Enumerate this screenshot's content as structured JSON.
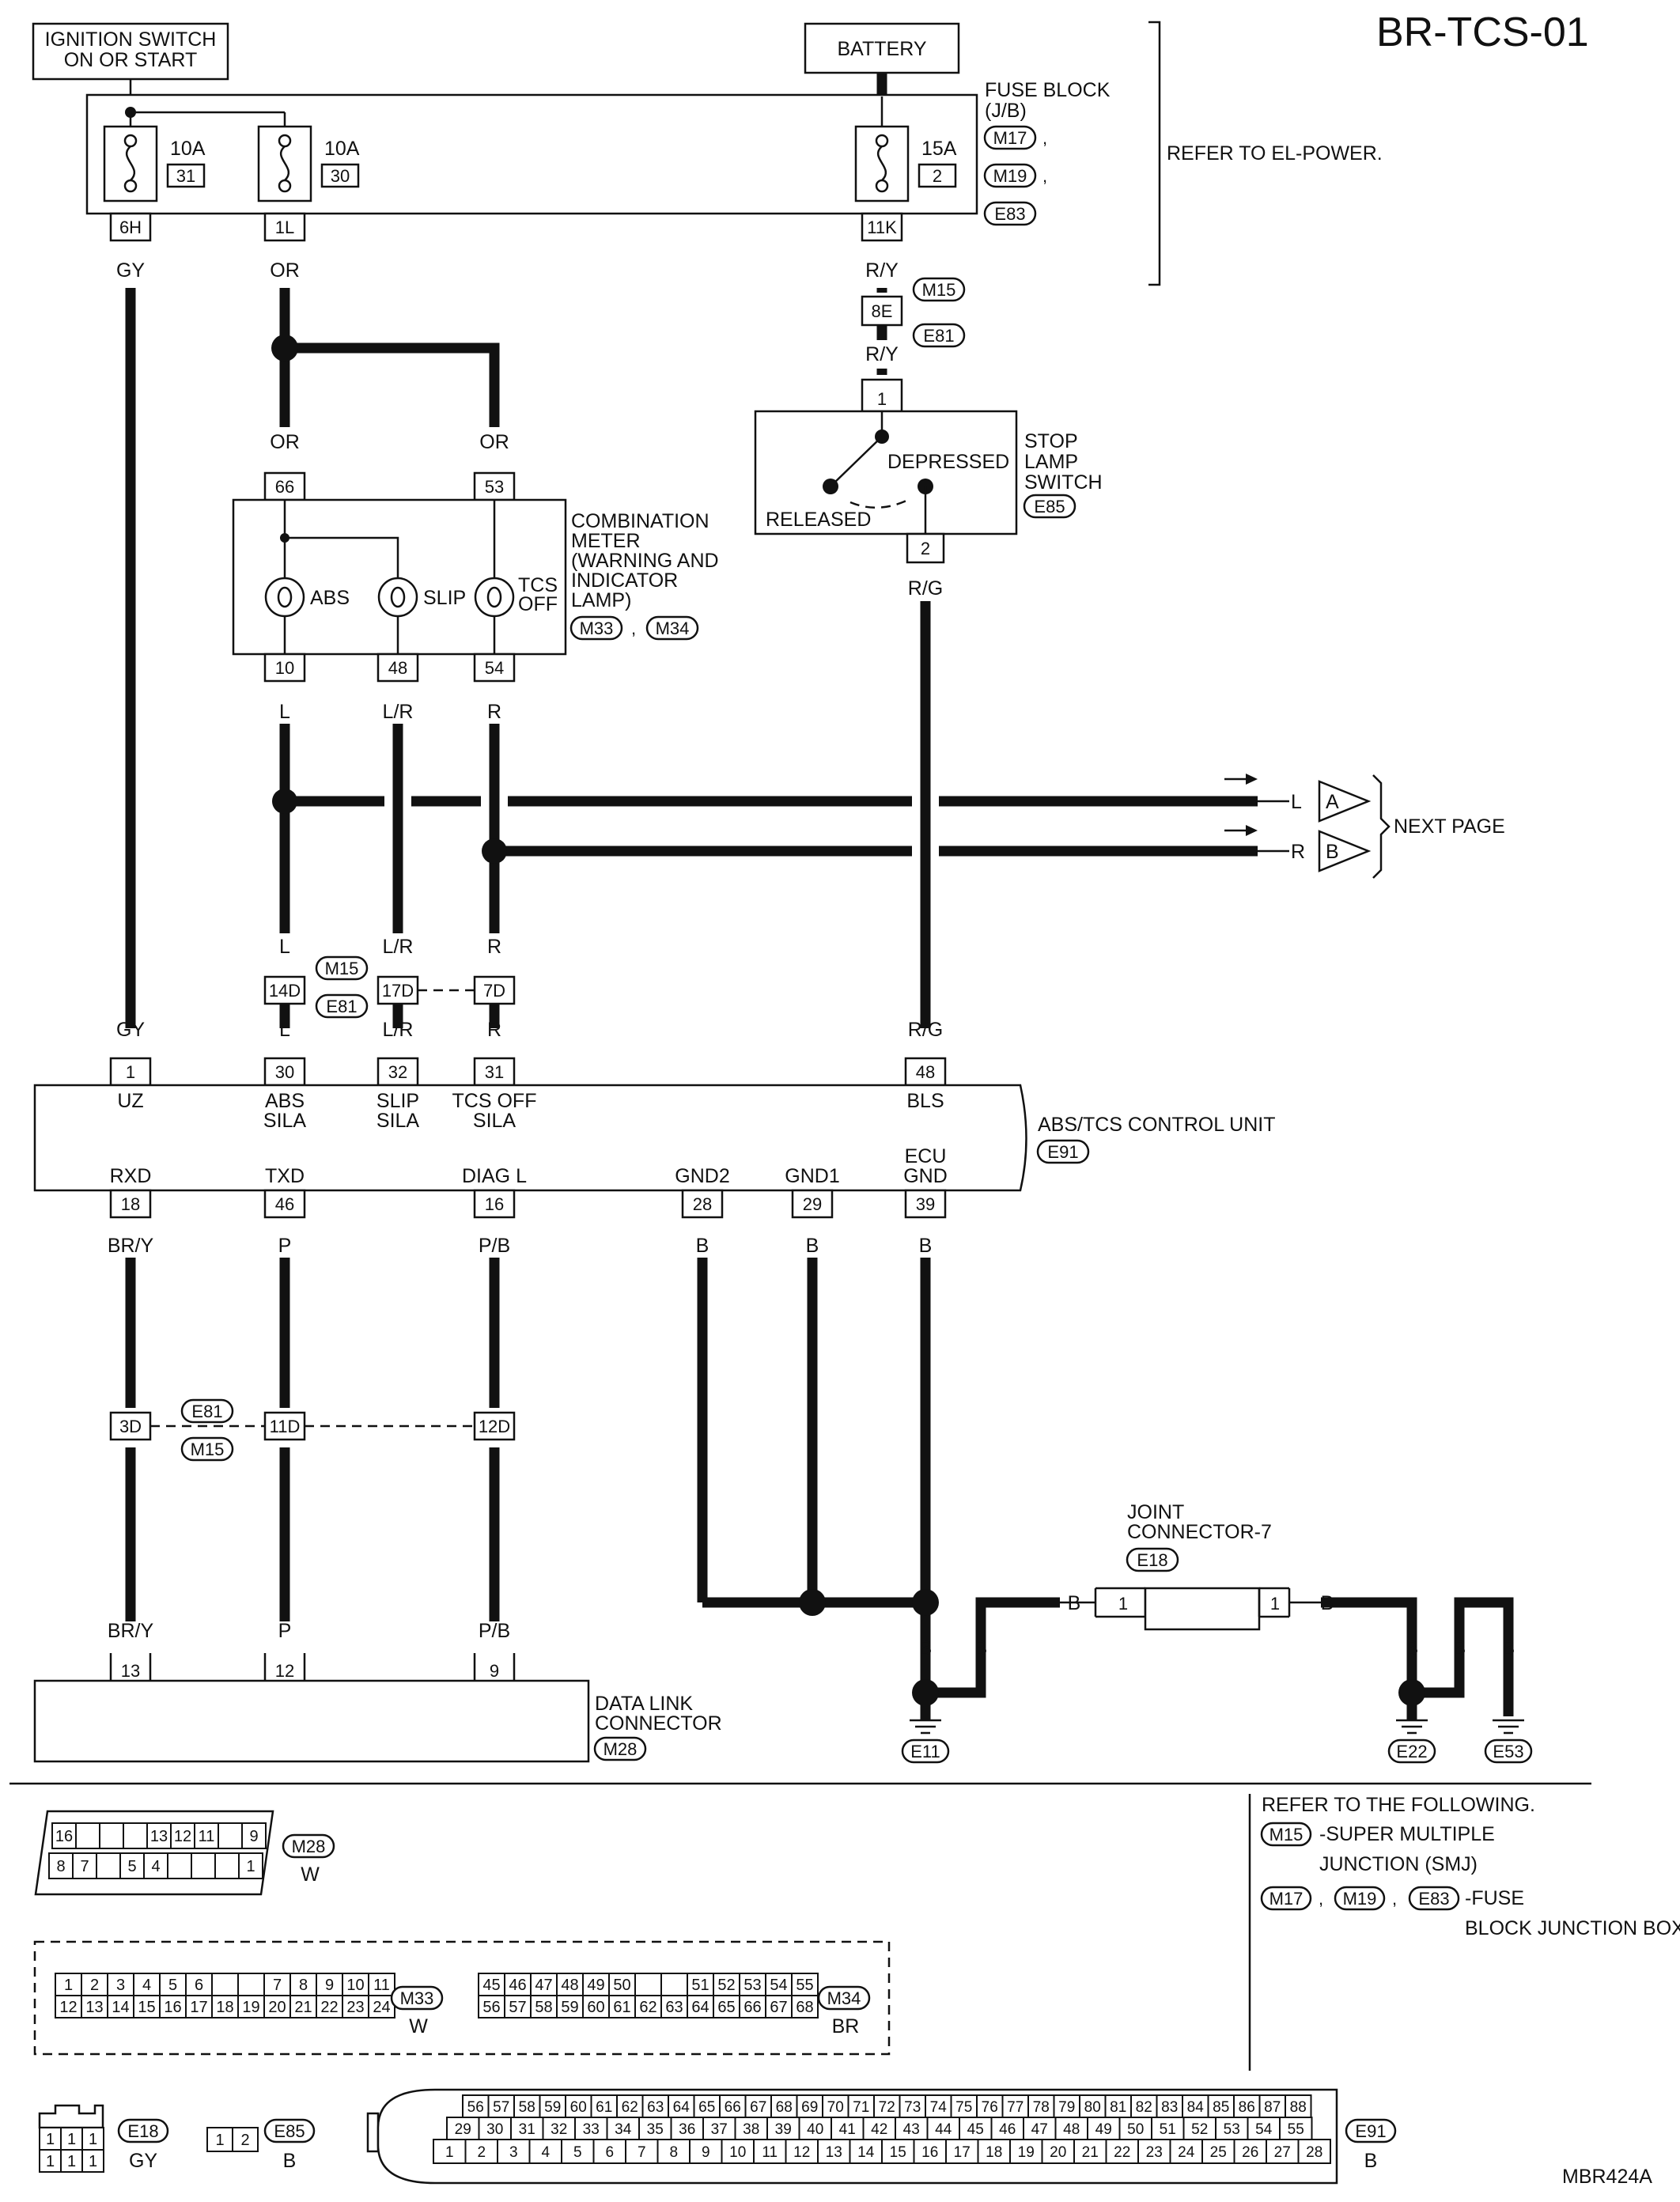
{
  "diagram_code": "BR-TCS-01",
  "figure_id": "MBR424A",
  "power": {
    "ignition": "IGNITION SWITCH\nON OR START",
    "battery": "BATTERY"
  },
  "fuse_block": {
    "label": "FUSE BLOCK\n(J/B)",
    "connectors": [
      "M17",
      "M19",
      "E83"
    ],
    "refer": "REFER TO EL-POWER.",
    "fuses": [
      {
        "amp": "10A",
        "no": "31",
        "out_pin": "6H",
        "wire": "GY"
      },
      {
        "amp": "10A",
        "no": "30",
        "out_pin": "1L",
        "wire": "OR"
      },
      {
        "amp": "15A",
        "no": "2",
        "out_pin": "11K",
        "wire": "R/Y"
      }
    ]
  },
  "smj_8e": {
    "pin": "8E",
    "conn_a": "M15",
    "conn_b": "E81",
    "wire": "R/Y"
  },
  "stop_lamp": {
    "label": "STOP\nLAMP\nSWITCH",
    "conn": "E85",
    "depressed": "DEPRESSED",
    "released": "RELEASED",
    "pin_in": "1",
    "pin_out": "2",
    "wire_out": "R/G"
  },
  "combination_meter": {
    "label": "COMBINATION\nMETER\n(WARNING AND\nINDICATOR\nLAMP)",
    "connectors": [
      "M33",
      "M34"
    ],
    "in_pins": [
      {
        "pin": "66",
        "wire": "OR"
      },
      {
        "pin": "53",
        "wire": "OR"
      }
    ],
    "lamps": [
      "ABS",
      "SLIP",
      "TCS\nOFF"
    ],
    "out_pins": [
      {
        "pin": "10",
        "wire": "L"
      },
      {
        "pin": "48",
        "wire": "L/R"
      },
      {
        "pin": "54",
        "wire": "R"
      }
    ]
  },
  "next_page": {
    "label": "NEXT PAGE",
    "refs": [
      {
        "wire": "L",
        "tag": "A"
      },
      {
        "wire": "R",
        "tag": "B"
      }
    ]
  },
  "smj_mid": {
    "conn_a": "M15",
    "conn_b": "E81",
    "pins": [
      {
        "pin": "14D",
        "wire": "L"
      },
      {
        "pin": "17D",
        "wire": "L/R"
      },
      {
        "pin": "7D",
        "wire": "R"
      }
    ]
  },
  "control_unit": {
    "label": "ABS/TCS CONTROL UNIT",
    "conn": "E91",
    "top_pins": [
      {
        "pin": "1",
        "name": "UZ",
        "wire": "GY"
      },
      {
        "pin": "30",
        "name": "ABS\nSILA",
        "wire": "L"
      },
      {
        "pin": "32",
        "name": "SLIP\nSILA",
        "wire": "L/R"
      },
      {
        "pin": "31",
        "name": "TCS OFF\nSILA",
        "wire": "R"
      },
      {
        "pin": "48",
        "name": "BLS",
        "wire": "R/G"
      }
    ],
    "bottom_pins": [
      {
        "pin": "18",
        "name": "RXD",
        "wire": "BR/Y"
      },
      {
        "pin": "46",
        "name": "TXD",
        "wire": "P"
      },
      {
        "pin": "16",
        "name": "DIAG L",
        "wire": "P/B"
      },
      {
        "pin": "28",
        "name": "GND2",
        "wire": "B"
      },
      {
        "pin": "29",
        "name": "GND1",
        "wire": "B"
      },
      {
        "pin": "39",
        "name": "ECU\nGND",
        "wire": "B"
      }
    ]
  },
  "smj_low": {
    "conn_a": "E81",
    "conn_b": "M15",
    "pins": [
      {
        "pin": "3D",
        "wire": "BR/Y"
      },
      {
        "pin": "11D",
        "wire": "P"
      },
      {
        "pin": "12D",
        "wire": "P/B"
      }
    ]
  },
  "data_link": {
    "label": "DATA LINK\nCONNECTOR",
    "conn": "M28",
    "pins": [
      {
        "pin": "13",
        "wire": "BR/Y"
      },
      {
        "pin": "12",
        "wire": "P"
      },
      {
        "pin": "9",
        "wire": "P/B"
      }
    ]
  },
  "joint_connector": {
    "label": "JOINT\nCONNECTOR-7",
    "conn": "E18",
    "pin_in": "1",
    "pin_out": "1",
    "wire": "B"
  },
  "grounds": [
    "E11",
    "E22",
    "E53"
  ],
  "ground_wire": "B",
  "refer_note": {
    "heading": "REFER TO THE FOLLOWING.",
    "smj_conn": "M15",
    "smj_text": "-SUPER MULTIPLE\nJUNCTION (SMJ)",
    "jb_conns": [
      "M17",
      "M19",
      "E83"
    ],
    "jb_text": "-FUSE\nBLOCK JUNCTION BOX (J/B)"
  },
  "connector_faces": {
    "m28": {
      "conn": "M28",
      "color": "W",
      "top": [
        "16",
        "",
        "",
        "",
        "13",
        "12",
        "11",
        "",
        "9"
      ],
      "bottom": [
        "8",
        "7",
        "",
        "5",
        "4",
        "",
        "",
        "",
        "1"
      ]
    },
    "m33": {
      "conn": "M33",
      "color": "W",
      "top": [
        "1",
        "2",
        "3",
        "4",
        "5",
        "6",
        "",
        "",
        "7",
        "8",
        "9",
        "10",
        "11"
      ],
      "bottom": [
        "12",
        "13",
        "14",
        "15",
        "16",
        "17",
        "18",
        "19",
        "20",
        "21",
        "22",
        "23",
        "24"
      ]
    },
    "m34": {
      "conn": "M34",
      "color": "BR",
      "top": [
        "45",
        "46",
        "47",
        "48",
        "49",
        "50",
        "",
        "",
        "51",
        "52",
        "53",
        "54",
        "55"
      ],
      "bottom": [
        "56",
        "57",
        "58",
        "59",
        "60",
        "61",
        "62",
        "63",
        "64",
        "65",
        "66",
        "67",
        "68"
      ]
    },
    "e18": {
      "conn": "E18",
      "color": "GY",
      "pin": "1"
    },
    "e85": {
      "conn": "E85",
      "color": "B",
      "pins": [
        "1",
        "2"
      ]
    },
    "e91": {
      "conn": "E91",
      "color": "B",
      "row1": [
        "56",
        "57",
        "58",
        "59",
        "60",
        "61",
        "62",
        "63",
        "64",
        "65",
        "66",
        "67",
        "68",
        "69",
        "70",
        "71",
        "72",
        "73",
        "74",
        "75",
        "76",
        "77",
        "78",
        "79",
        "80",
        "81",
        "82",
        "83",
        "84",
        "85",
        "86",
        "87",
        "88"
      ],
      "row2": [
        "29",
        "30",
        "31",
        "32",
        "33",
        "34",
        "35",
        "36",
        "37",
        "38",
        "39",
        "40",
        "41",
        "42",
        "43",
        "44",
        "45",
        "46",
        "47",
        "48",
        "49",
        "50",
        "51",
        "52",
        "53",
        "54",
        "55"
      ],
      "row3": [
        "1",
        "2",
        "3",
        "4",
        "5",
        "6",
        "7",
        "8",
        "9",
        "10",
        "11",
        "12",
        "13",
        "14",
        "15",
        "16",
        "17",
        "18",
        "19",
        "20",
        "21",
        "22",
        "23",
        "24",
        "25",
        "26",
        "27",
        "28"
      ]
    }
  }
}
